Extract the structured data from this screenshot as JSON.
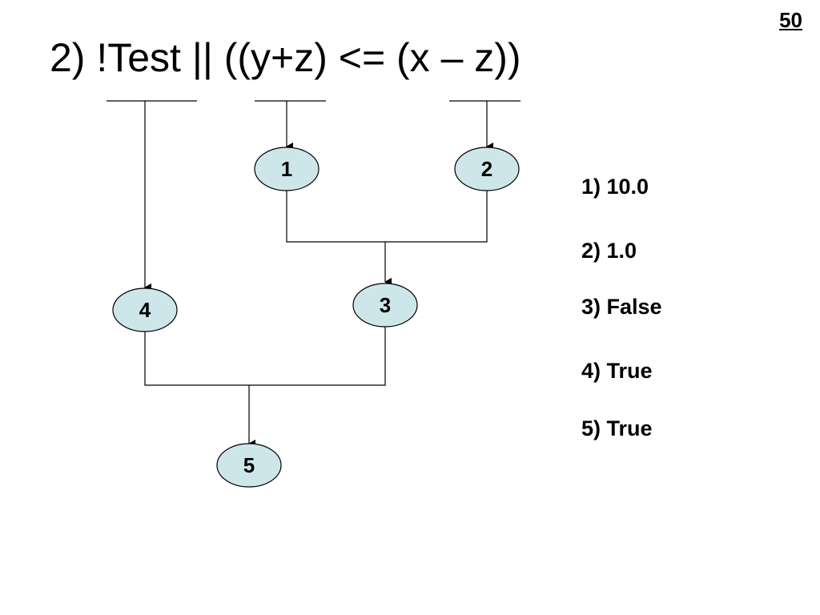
{
  "slide": {
    "number": "50",
    "title": "2) !Test || ((y+z) <= (x – z))"
  },
  "diagram": {
    "node_fill": "#cde6ea",
    "node_stroke": "#000000",
    "line_color": "#000000",
    "nodes": [
      {
        "id": "1",
        "label": "1"
      },
      {
        "id": "2",
        "label": "2"
      },
      {
        "id": "3",
        "label": "3"
      },
      {
        "id": "4",
        "label": "4"
      },
      {
        "id": "5",
        "label": "5"
      }
    ],
    "edges": [
      {
        "from": "operand-!Test",
        "to": "4"
      },
      {
        "from": "operand-(y+z)",
        "to": "1"
      },
      {
        "from": "operand-(x-z)",
        "to": "2"
      },
      {
        "from": "1",
        "to": "3"
      },
      {
        "from": "2",
        "to": "3"
      },
      {
        "from": "4",
        "to": "5"
      },
      {
        "from": "3",
        "to": "5"
      }
    ]
  },
  "results": [
    "1) 10.0",
    "2) 1.0",
    "3) False",
    "4) True",
    "5) True"
  ]
}
